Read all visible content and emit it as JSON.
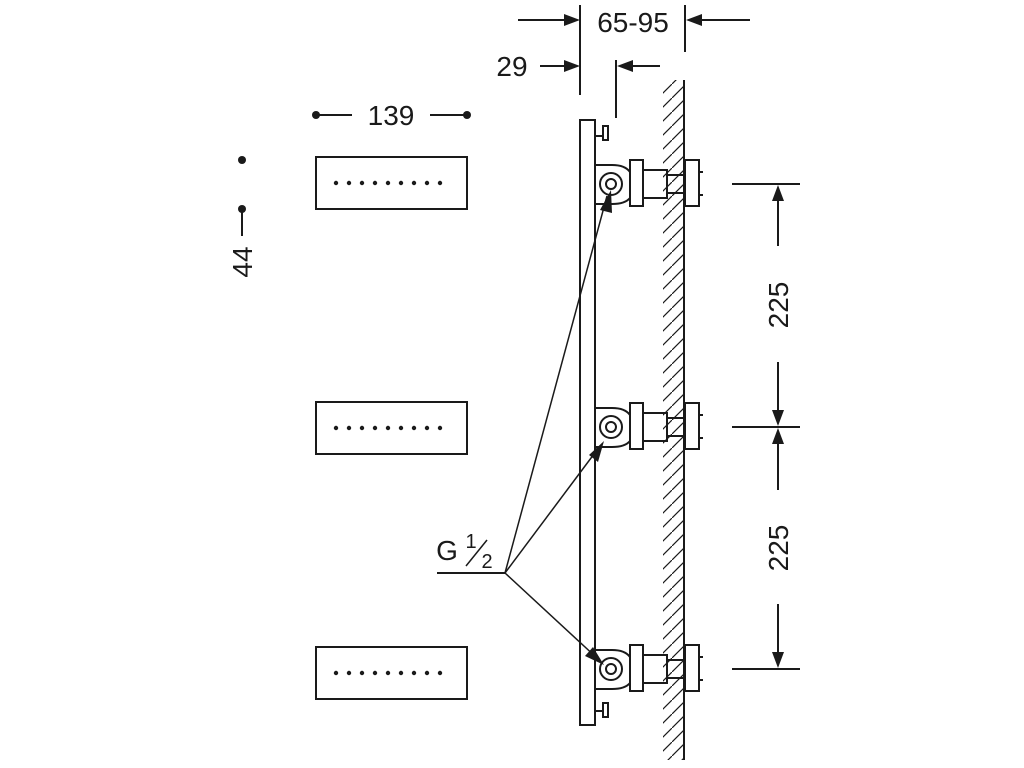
{
  "dimensions": {
    "nozzle_width": "139",
    "nozzle_height": "44",
    "panel_offset": "29",
    "wall_depth": "65-95",
    "spacing_upper": "225",
    "spacing_lower": "225"
  },
  "thread_label": {
    "prefix": "G",
    "numerator": "1",
    "denominator": "2"
  },
  "colors": {
    "line": "#1a1a1a",
    "background": "#ffffff"
  }
}
